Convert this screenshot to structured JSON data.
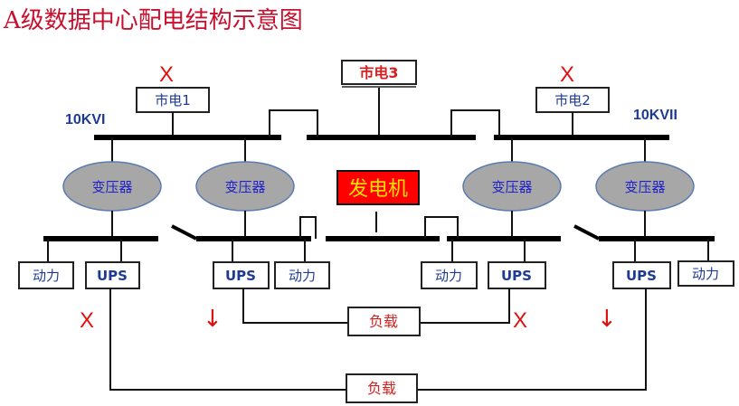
{
  "title": "A级数据中心配电结构示意图",
  "buses": {
    "left_label": "10KVI",
    "right_label": "10KVII"
  },
  "sources": {
    "utility1": {
      "label": "市电1",
      "status": "X"
    },
    "utility2": {
      "label": "市电2",
      "status": "X"
    },
    "utility3": {
      "label": "市电3"
    },
    "generator": {
      "label": "发电机"
    }
  },
  "transformers": [
    {
      "label": "变压器"
    },
    {
      "label": "变压器"
    },
    {
      "label": "变压器"
    },
    {
      "label": "变压器"
    }
  ],
  "feeders": [
    {
      "label": "动力"
    },
    {
      "label": "UPS"
    },
    {
      "label": "UPS"
    },
    {
      "label": "动力"
    },
    {
      "label": "动力"
    },
    {
      "label": "UPS"
    },
    {
      "label": "UPS"
    },
    {
      "label": "动力"
    }
  ],
  "ups_status": [
    "X",
    "↓",
    "X",
    "↓"
  ],
  "loads": [
    {
      "label": "负载"
    },
    {
      "label": "负载"
    }
  ],
  "colors": {
    "title": "#c8102e",
    "status_mark": "#e01010",
    "generator_fill": "#ff0000",
    "generator_text": "#ffe000",
    "transformer_fill": "#a7a7a7",
    "label_blue": "#1f3a93"
  }
}
